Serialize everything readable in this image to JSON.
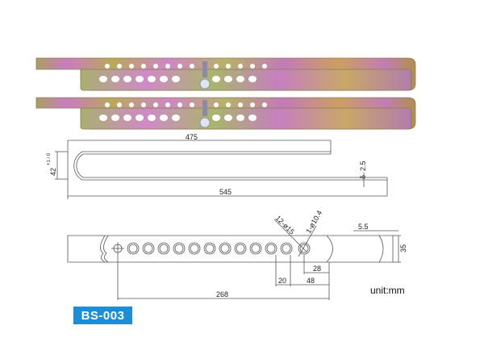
{
  "product": {
    "model_badge": "BS-003",
    "unit_label": "unit:mm",
    "badge_color": "#1a8fd8"
  },
  "photo": {
    "description": "Two adjustable slotted metal bar seals, iridescent zinc-plated finish",
    "items": 2,
    "colors": {
      "metal_pink": "#c97cc0",
      "metal_gold": "#b9a85a",
      "metal_green": "#9fae6a"
    }
  },
  "side_view": {
    "dimensions": {
      "top_length": "475",
      "overall_length": "545",
      "bend_width": "42",
      "bend_width_tolerance": "+1 / 0",
      "thickness": "2.5",
      "thickness_prefix": "δ"
    }
  },
  "top_view": {
    "dimensions": {
      "holes_large": "12-ø15",
      "hole_small": "1-ø10.4",
      "hole_pitch": "20",
      "pitch_to_end": "48",
      "last_hole_to_curve": "28",
      "width": "35",
      "end_offset": "5.5",
      "span_length": "268"
    },
    "hole_count": 13
  }
}
